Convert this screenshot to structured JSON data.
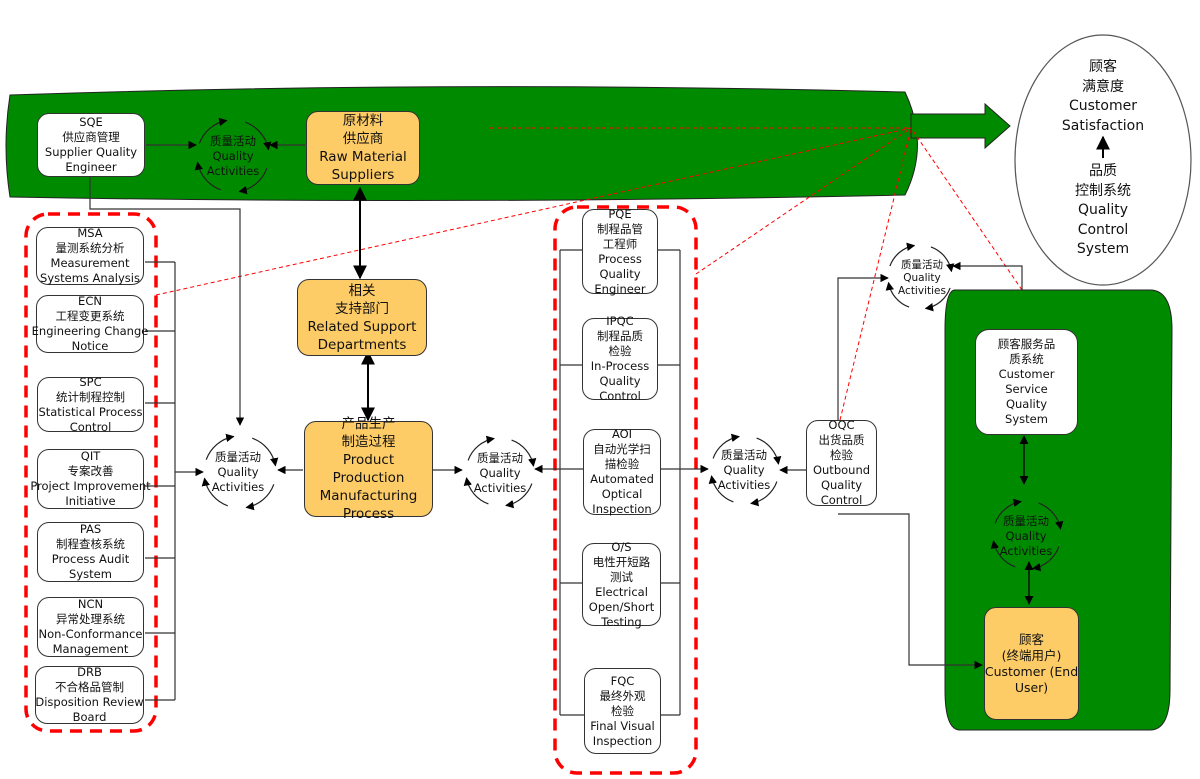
{
  "colors": {
    "green": "#008a00",
    "orange": "#fecc66",
    "red_dash": "#ff0000",
    "line": "#333333"
  },
  "quality_activities": {
    "cn": "质量活动",
    "en": "Quality Activities",
    "en1": "Quality",
    "en2": "Activities"
  },
  "supplier_band": {
    "sqe": {
      "lines": [
        "SQE",
        "供应商管理",
        "Supplier Quality",
        "Engineer"
      ]
    },
    "raw_material": {
      "lines": [
        "原材料",
        "供应商",
        "Raw Material",
        "Suppliers"
      ]
    }
  },
  "left_group": {
    "items": [
      {
        "lines": [
          "MSA",
          "量测系统分析",
          "Measurement",
          "Systems Analysis"
        ]
      },
      {
        "lines": [
          "ECN",
          "工程变更系统",
          "Engineering Change",
          "Notice"
        ]
      },
      {
        "lines": [
          "SPC",
          "统计制程控制",
          "Statistical Process",
          "Control"
        ]
      },
      {
        "lines": [
          "QIT",
          "专案改善",
          "Project Improvement",
          "Initiative"
        ]
      },
      {
        "lines": [
          "PAS",
          "制程查核系统",
          "Process Audit",
          "System"
        ]
      },
      {
        "lines": [
          "NCN",
          "异常处理系统",
          "Non-Conformance",
          "Management"
        ]
      },
      {
        "lines": [
          "DRB",
          "不合格品管制",
          "Disposition Review",
          "Board"
        ]
      }
    ]
  },
  "support": {
    "lines": [
      "相关",
      "支持部门",
      "Related Support",
      "Departments"
    ]
  },
  "production": {
    "lines": [
      "产品生产",
      "制造过程",
      "Product",
      "Production",
      "Manufacturing",
      "Process"
    ]
  },
  "middle_group": {
    "items": [
      {
        "lines": [
          "PQE",
          "制程品管",
          "工程师",
          "Process",
          "Quality",
          "Engineer"
        ]
      },
      {
        "lines": [
          "IPQC",
          "制程品质",
          "检验",
          "In-Process",
          "Quality",
          "Control"
        ]
      },
      {
        "lines": [
          "AOI",
          "自动光学扫",
          "描检验",
          "Automated",
          "Optical",
          "Inspection"
        ]
      },
      {
        "lines": [
          "O/S",
          "电性开短路",
          "测试",
          "Electrical",
          "Open/Short",
          "Testing"
        ]
      },
      {
        "lines": [
          "FQC",
          "最终外观",
          "检验",
          "Final Visual",
          "Inspection"
        ]
      }
    ]
  },
  "oqc": {
    "lines": [
      "OQC",
      "出货品质",
      "检验",
      "Outbound",
      "Quality",
      "Control"
    ]
  },
  "customer_band": {
    "service": {
      "lines": [
        "顾客服务品",
        "质系统",
        "Customer",
        "Service",
        "Quality",
        "System"
      ]
    },
    "customer": {
      "lines": [
        "顾客",
        "(终端用户)",
        "Customer (End",
        "User)"
      ]
    }
  },
  "goal": {
    "satisfaction": {
      "lines": [
        "顾客",
        "满意度",
        "Customer",
        "Satisfaction"
      ]
    },
    "qcs": {
      "lines": [
        "品质",
        "控制系统",
        "Quality",
        "Control",
        "System"
      ]
    }
  }
}
